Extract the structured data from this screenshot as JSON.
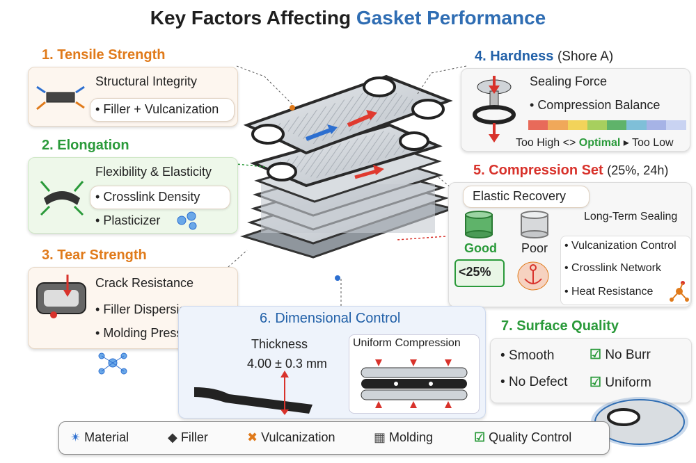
{
  "title": {
    "main": "Key Factors Affecting ",
    "accent": "Gasket Performance"
  },
  "s1": {
    "title": "1. Tensile Strength",
    "line1": "Structural Integrity",
    "line2": "Filler + Vulcanization"
  },
  "s2": {
    "title": "2. Elongation",
    "line1": "Flexibility & Elasticity",
    "line2": "Crosslink Density",
    "line3": "Plasticizer"
  },
  "s3": {
    "title": "3. Tear Strength",
    "line1": "Crack Resistance",
    "line2": "Filler Dispersion",
    "line3": "Molding Pressure"
  },
  "s4": {
    "title": "4. Hardness",
    "title_suffix": "(Shore A)",
    "line1": "Sealing Force",
    "line2": "Compression Balance",
    "scale_left": "Too High",
    "scale_arrows_left": "<>",
    "scale_mid": "Optimal",
    "scale_arrow_right": "▸",
    "scale_right": "Too Low",
    "scale_colors": [
      "#e86a5a",
      "#f0a85a",
      "#f2d35a",
      "#a7cf5e",
      "#5fb36a",
      "#7fbfd8",
      "#a6b3e6",
      "#c9d3f2"
    ]
  },
  "s5": {
    "title": "5. Compression Set",
    "title_suffix": "(25%, 24h)",
    "box_title": "Elastic Recovery",
    "callout": "Long-Term Sealing",
    "good": "Good",
    "poor": "Poor",
    "pct": "<25%",
    "line1": "Vulcanization Control",
    "line2": "Crosslink Network",
    "line3": "Heat Resistance"
  },
  "s6": {
    "title": "6. Dimensional Control",
    "label": "Thickness",
    "value": "4.00 ± 0.3 mm",
    "uniform": "Uniform Compression"
  },
  "s7": {
    "title": "7. Surface Quality",
    "item1": "Smooth",
    "item2": "No Burr",
    "item3": "No Defect",
    "item4": "Uniform"
  },
  "footer": {
    "item1": "Material",
    "item2": "Filler",
    "item3": "Vulcanization",
    "item4": "Molding",
    "item5": "Quality Control"
  }
}
